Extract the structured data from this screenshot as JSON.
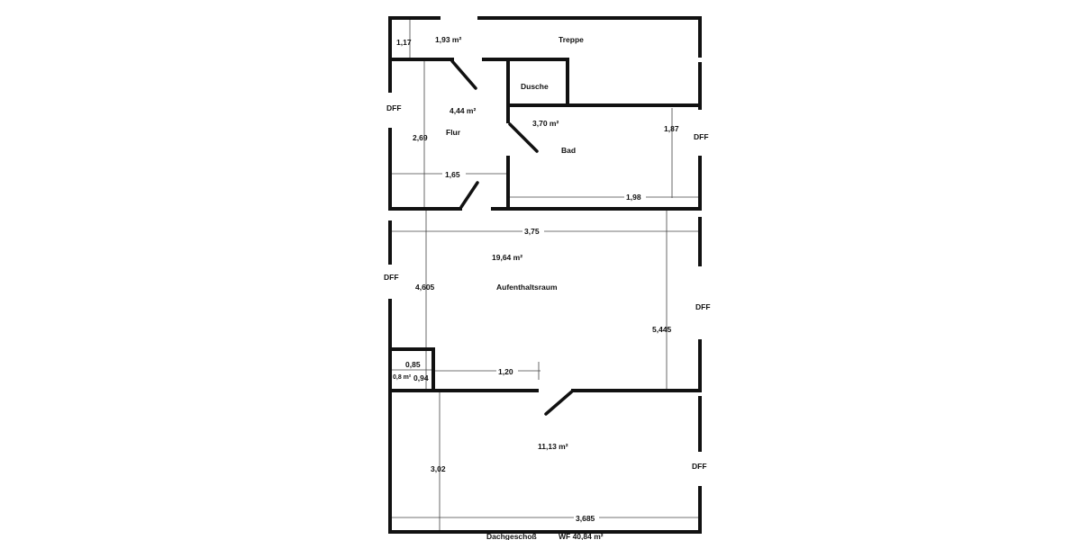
{
  "rooms": {
    "treppe": {
      "name": "Treppe",
      "area": "1,93 m²"
    },
    "dusche": {
      "name": "Dusche"
    },
    "flur": {
      "name": "Flur",
      "area": "4,44 m²"
    },
    "bad": {
      "name": "Bad",
      "area": "3,70  m²"
    },
    "aufenthaltsraum": {
      "name": "Aufenthaltsraum",
      "area": "19,64   m²"
    },
    "abstellraum": {
      "area": "0,8 m²"
    },
    "unterer_raum": {
      "area": "11,13  m²"
    }
  },
  "dimensions": {
    "d_1_17": "1,17",
    "d_2_69": "2,69",
    "d_1_65": "1,65",
    "d_1_87": "1,87",
    "d_1_98": "1,98",
    "d_3_75": "3,75",
    "d_4_605": "4,605",
    "d_5_445": "5,445",
    "d_0_85": "0,85",
    "d_0_94": "0,94",
    "d_1_20": "1,20",
    "d_3_02": "3,02",
    "d_3_685": "3,685"
  },
  "windows": {
    "label": "DFF"
  },
  "footer": {
    "floor": "Dachgeschoß",
    "total": "WF 40,84 m²"
  }
}
